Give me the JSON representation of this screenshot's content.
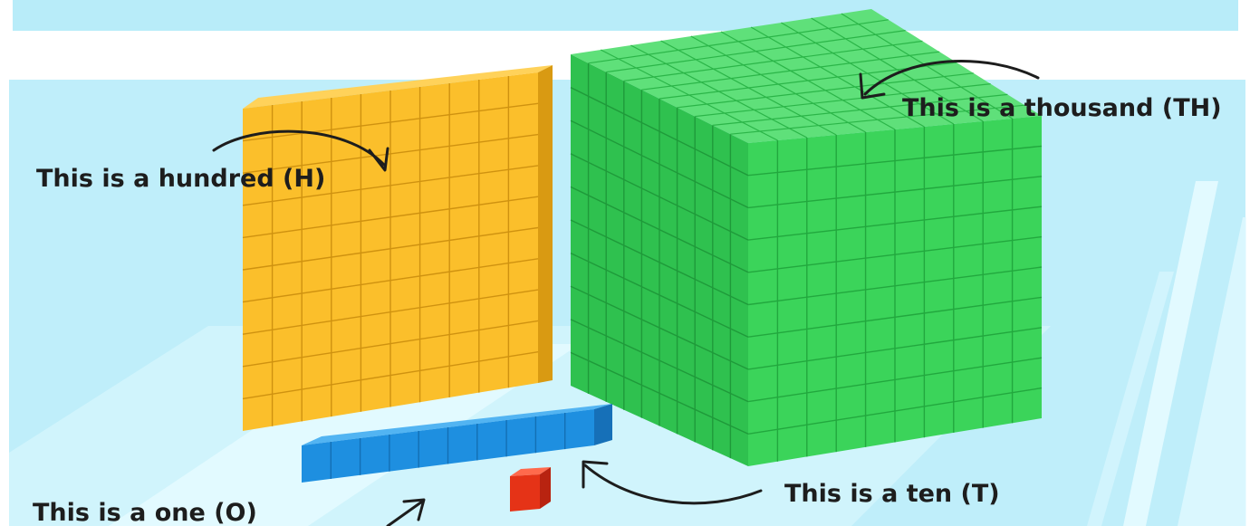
{
  "labels": {
    "hundred": "This is a hundred (H)",
    "thousand": "This is a thousand (TH)",
    "ten": "This is a ten (T)",
    "one": "This is a one (O)"
  },
  "blocks": {
    "thousand": {
      "unit_cubes": 1000,
      "color": "#3bd45a"
    },
    "hundred": {
      "unit_cubes": 100,
      "color": "#fbbf2b"
    },
    "ten": {
      "unit_cubes": 10,
      "color": "#1e8fe0"
    },
    "one": {
      "unit_cubes": 1,
      "color": "#e53317"
    }
  },
  "colors": {
    "background": "#bfeefa",
    "top_banner": "#b8ecf9",
    "arrow": "#1d1d1d"
  }
}
